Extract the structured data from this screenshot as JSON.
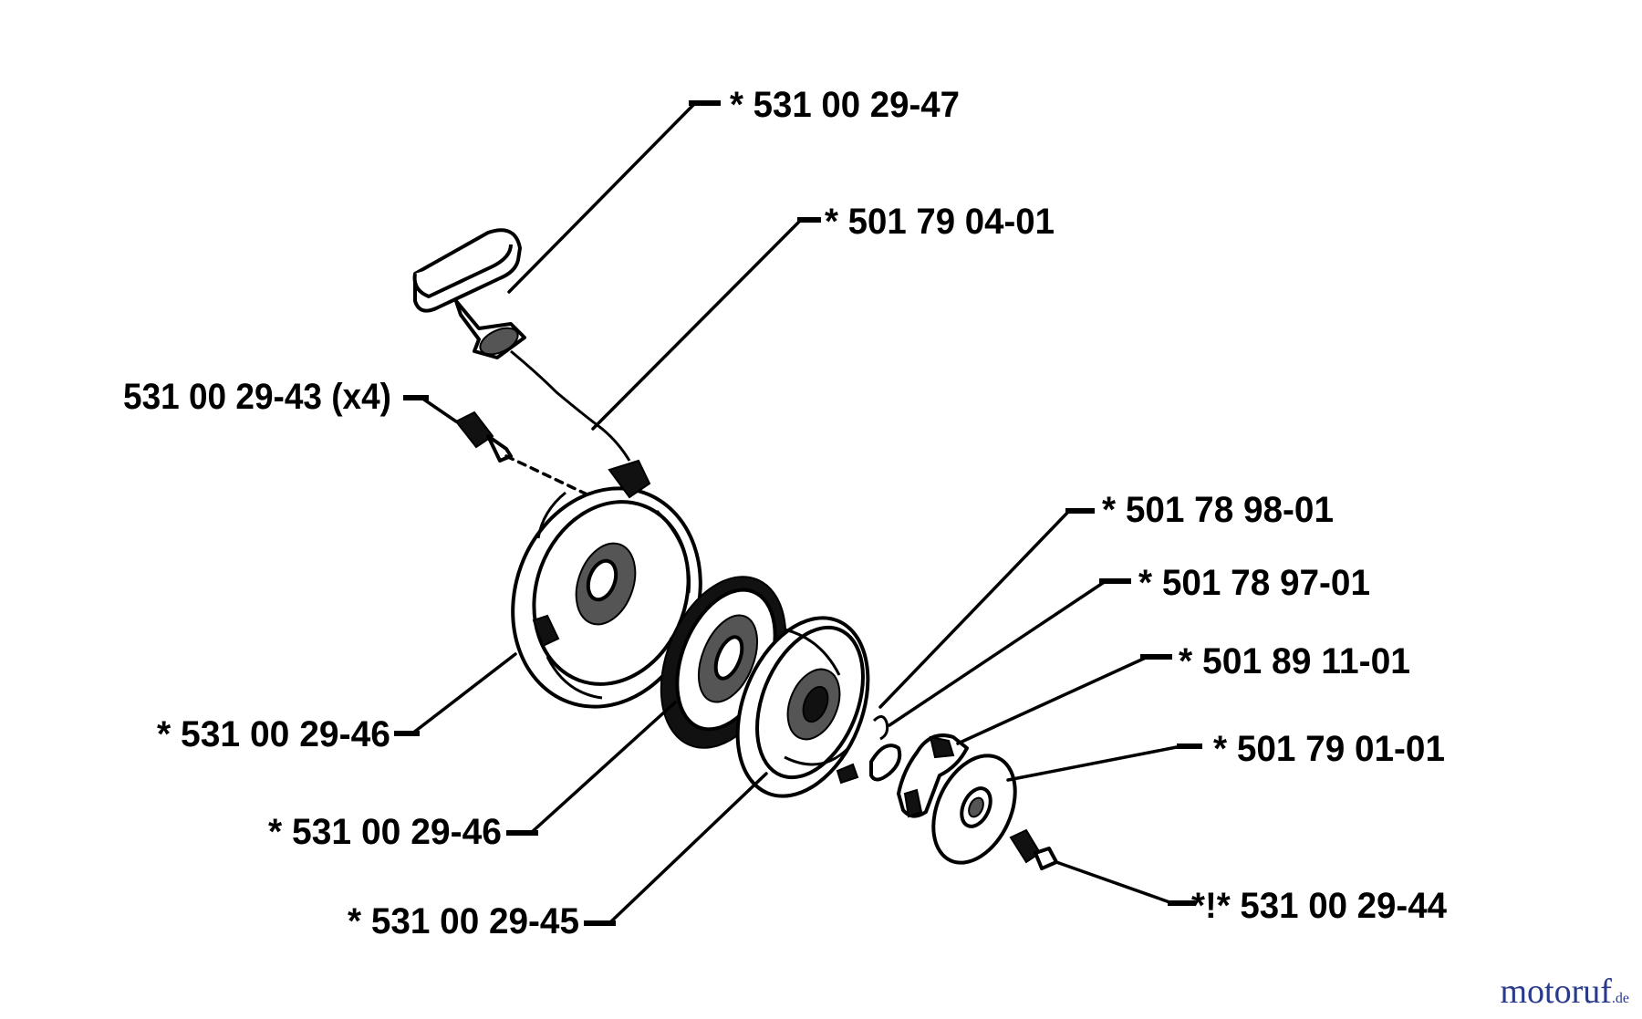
{
  "labels": {
    "grip": "* 531 00 29-47",
    "rope": "* 501 79 04-01",
    "screw_x4": "531 00 29-43 (x4)",
    "housing": "* 531 00 29-46",
    "spring": "* 531 00 29-46",
    "pulley": "* 531 00 29-45",
    "pawl": "* 501 78 98-01",
    "pawl_spring": "* 501 78 97-01",
    "cam": "* 501 89 11-01",
    "washer": "* 501 79 01-01",
    "center_screw": "*!* 531 00 29-44"
  },
  "watermark": {
    "name": "motoruf",
    "tld": ".de"
  }
}
